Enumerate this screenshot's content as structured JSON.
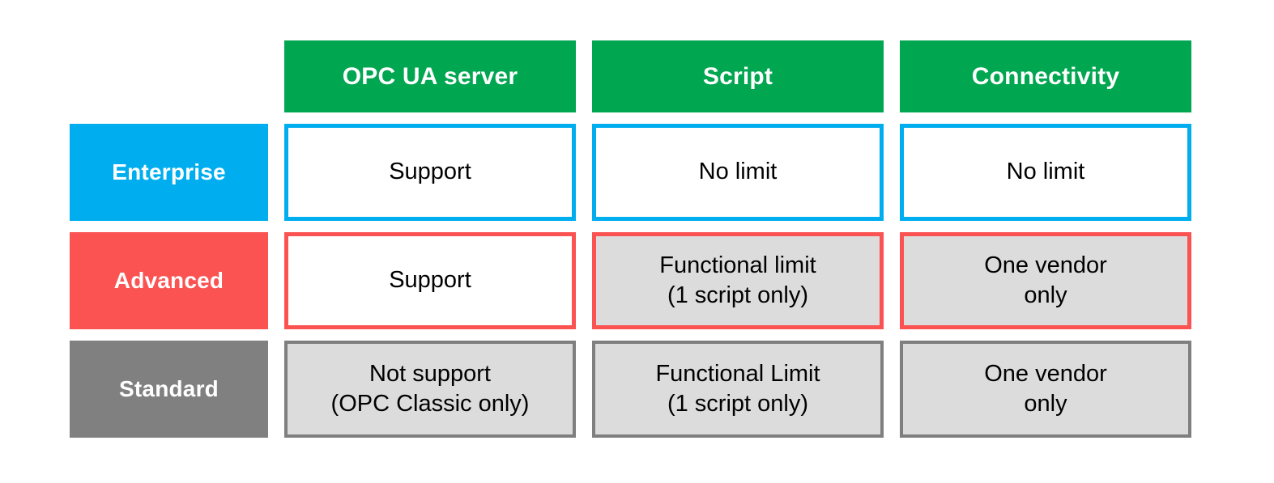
{
  "table": {
    "corner_label": "",
    "column_headers": [
      {
        "label": "OPC UA server"
      },
      {
        "label": "Script"
      },
      {
        "label": "Connectivity"
      }
    ],
    "rows": [
      {
        "tier": "Enterprise",
        "label": "Enterprise",
        "accent": "#00AEEF",
        "cells": [
          {
            "text": "Support",
            "fill": "white"
          },
          {
            "text": "No limit",
            "fill": "white"
          },
          {
            "text": "No limit",
            "fill": "white"
          }
        ]
      },
      {
        "tier": "Advanced",
        "label": "Advanced",
        "accent": "#FB5252",
        "cells": [
          {
            "text": "Support",
            "fill": "white"
          },
          {
            "text": "Functional limit\n(1 script only)",
            "fill": "gray"
          },
          {
            "text": "One vendor\nonly",
            "fill": "gray"
          }
        ]
      },
      {
        "tier": "Standard",
        "label": "Standard",
        "accent": "#808080",
        "cells": [
          {
            "text": "Not support\n(OPC Classic only)",
            "fill": "gray"
          },
          {
            "text": "Functional Limit\n(1 script only)",
            "fill": "gray"
          },
          {
            "text": "One vendor\nonly",
            "fill": "gray"
          }
        ]
      }
    ]
  },
  "colors": {
    "header_green": "#00A650",
    "enterprise_cyan": "#00AEEF",
    "advanced_red": "#FB5252",
    "standard_gray": "#808080",
    "cell_gray_fill": "#DCDCDC",
    "background": "#FFFFFF",
    "text_dark": "#000000",
    "text_light": "#FFFFFF"
  }
}
